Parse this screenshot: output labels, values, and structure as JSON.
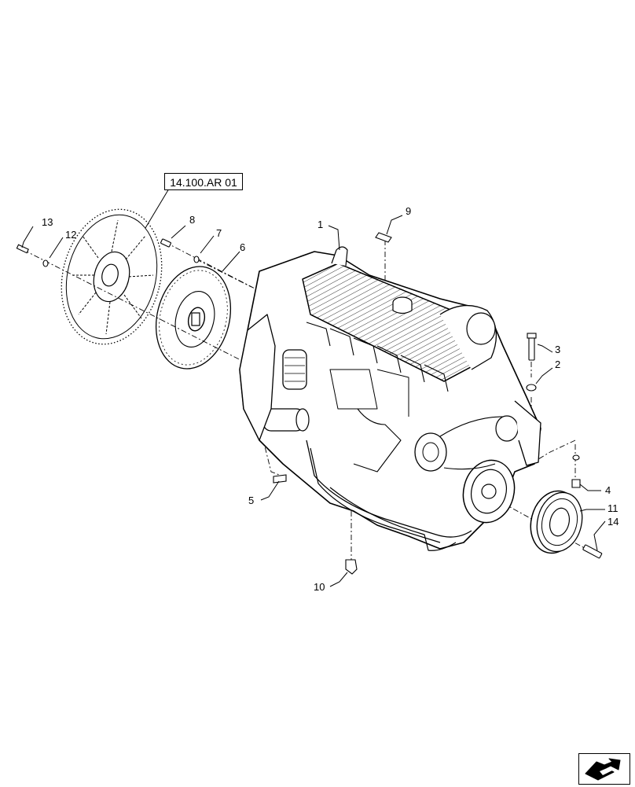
{
  "reference_label": "14.100.AR 01",
  "callouts": [
    {
      "id": "1",
      "label": "1"
    },
    {
      "id": "2",
      "label": "2"
    },
    {
      "id": "3",
      "label": "3"
    },
    {
      "id": "4",
      "label": "4"
    },
    {
      "id": "5",
      "label": "5"
    },
    {
      "id": "6",
      "label": "6"
    },
    {
      "id": "7",
      "label": "7"
    },
    {
      "id": "8",
      "label": "8"
    },
    {
      "id": "9",
      "label": "9"
    },
    {
      "id": "10",
      "label": "10"
    },
    {
      "id": "11",
      "label": "11"
    },
    {
      "id": "12",
      "label": "12"
    },
    {
      "id": "13",
      "label": "13"
    },
    {
      "id": "14",
      "label": "14"
    }
  ],
  "nav_icon": "next-page-arrow-icon",
  "colors": {
    "line": "#000000",
    "background": "#ffffff"
  }
}
